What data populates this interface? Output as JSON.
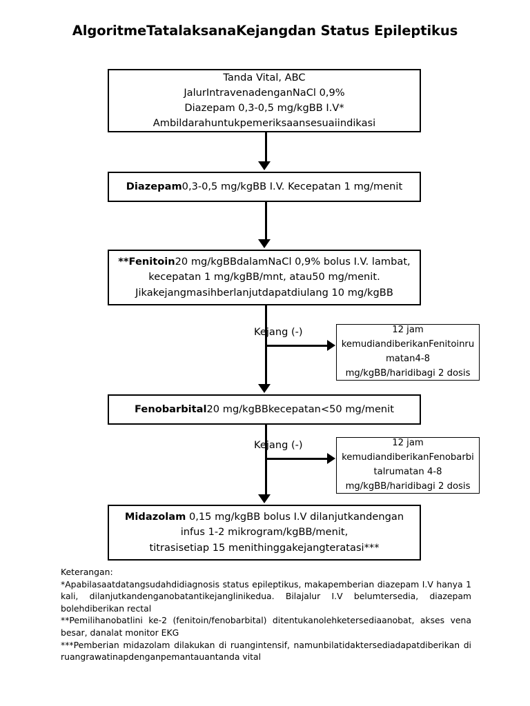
{
  "document": {
    "title": "AlgoritmeTatalaksanaKejangdan Status Epileptikus"
  },
  "flowchart": {
    "type": "clinical-algorithm-flowchart",
    "orientation": "vertical",
    "nodes": {
      "initial": {
        "name": "initial-assessment-box",
        "lines": [
          "Tanda Vital, ABC",
          "JalurIntravenadenganNaCl 0,9%",
          "Diazepam 0,3-0,5 mg/kgBB I.V*",
          "Ambildarahuntukpemeriksaansesuaiindikasi"
        ]
      },
      "diazepam": {
        "name": "diazepam-step-box",
        "bold_prefix": "Diazepam",
        "rest": "0,3-0,5 mg/kgBB I.V. Kecepatan 1 mg/menit"
      },
      "fenitoin": {
        "name": "fenitoin-step-box",
        "bold_prefix": "**Fenitoin",
        "line1_rest": "20 mg/kgBBdalamNaCl 0,9% bolus I.V. lambat,",
        "line2": "kecepatan 1 mg/kgBB/mnt, atau50 mg/menit.",
        "line3": "Jikakejangmasihberlanjutdapatdiulang 10 mg/kgBB"
      },
      "fenobarbital": {
        "name": "fenobarbital-step-box",
        "bold_prefix": "Fenobarbital",
        "rest": "20 mg/kgBBkecepatan<50 mg/menit"
      },
      "midazolam": {
        "name": "midazolam-step-box",
        "bold_prefix": "Midazolam",
        "line1_rest": " 0,15 mg/kgBB bolus I.V dilanjutkandengan",
        "line2": "infus 1-2 mikrogram/kgBB/menit,",
        "line3": "titrasisetiap 15 menithinggakejangteratasi***"
      },
      "side_fenitoin": {
        "name": "fenitoin-maintenance-box",
        "line1": "12 jam",
        "line2": "kemudiandiberikanFenitoinru",
        "line3": "matan4-8",
        "line4": "mg/kgBB/haridibagi 2 dosis"
      },
      "side_fenobarbital": {
        "name": "fenobarbital-maintenance-box",
        "line1": "12 jam",
        "line2": "kemudiandiberikanFenobarbi",
        "line3": "talrumatan 4-8",
        "line4": "mg/kgBB/haridibagi 2 dosis"
      }
    },
    "branch_labels": {
      "kejang_1": "Kejang (-)",
      "kejang_2": "Kejang (-)"
    }
  },
  "notes": {
    "heading": "Keterangan:",
    "items": [
      "*Apabilasaatdatangsudahdidiagnosis status epileptikus, makapemberian diazepam I.V hanya 1 kali, dilanjutkandenganobatantikejanglinikedua. Bilajalur I.V belumtersedia, diazepam bolehdiberikan rectal",
      "**Pemilihanobatlini ke-2 (fenitoin/fenobarbital) ditentukanolehketersediaanobat, akses vena besar, danalat monitor EKG",
      "***Pemberian midazolam dilakukan di ruangintensif, namunbilatidaktersediadapatdiberikan di ruangrawatinapdenganpemantauantanda vital"
    ]
  },
  "colors": {
    "background": "#ffffff",
    "ink": "#000000",
    "border": "#000000"
  }
}
